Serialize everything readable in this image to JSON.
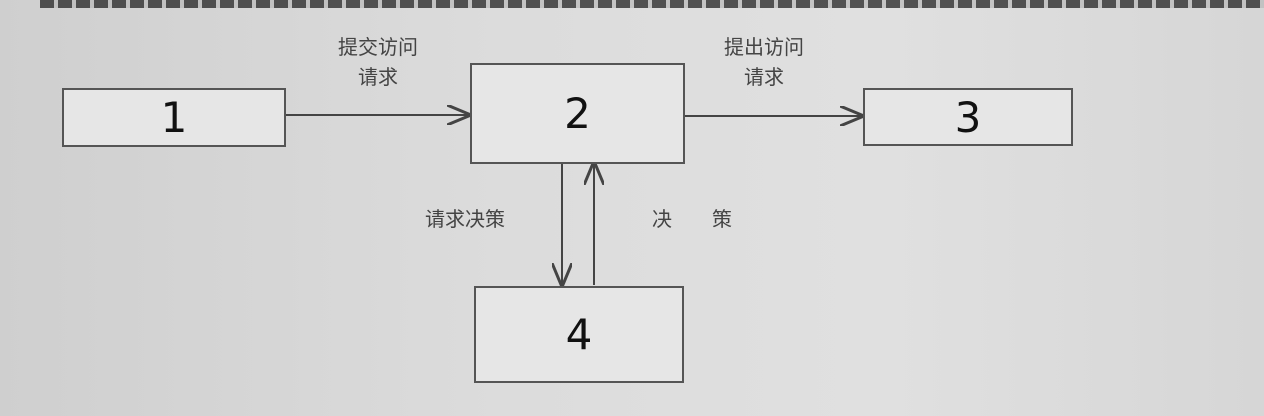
{
  "nodes": {
    "n1": "1",
    "n2": "2",
    "n3": "3",
    "n4": "4"
  },
  "edges": {
    "e12": "提交访问\n请求",
    "e23": "提出访问\n请求",
    "e24": "请求决策",
    "e42": "决　　策"
  }
}
